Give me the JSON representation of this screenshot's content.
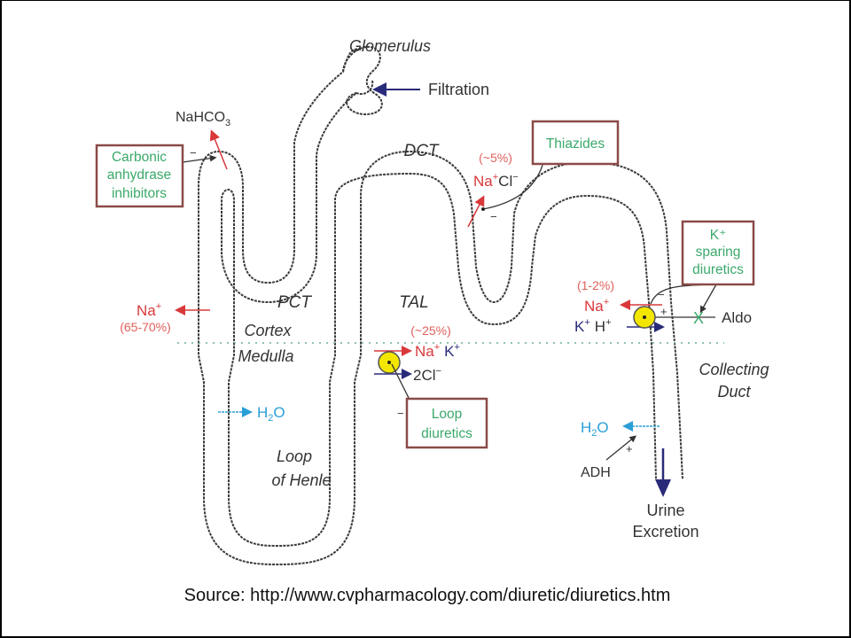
{
  "diagram": {
    "structures": {
      "glomerulus": "Glomerulus",
      "pct": "PCT",
      "dct": "DCT",
      "tal": "TAL",
      "loop_line1": "Loop",
      "loop_line2": "of Henle",
      "cortex": "Cortex",
      "medulla": "Medulla",
      "collecting_line1": "Collecting",
      "collecting_line2": "Duct"
    },
    "processes": {
      "filtration": "Filtration",
      "nahco3": "NaHCO",
      "nahco3_sub": "3",
      "pct_na": "Na",
      "pct_na_sup": "+",
      "pct_pct": "(65-70%)",
      "pct_h2o": "H",
      "pct_h2o_sub": "2",
      "pct_h2o_o": "O",
      "tal_pct": "(~25%)",
      "tal_na": "Na",
      "tal_na_sup": "+",
      "tal_k": "K",
      "tal_k_sup": "+",
      "tal_cl": "2Cl",
      "tal_cl_sup": "−",
      "dct_pct": "(~5%)",
      "dct_na": "Na",
      "dct_na_sup": "+",
      "dct_cl": "Cl",
      "dct_cl_sup": "−",
      "cd_pct": "(1-2%)",
      "cd_na": "Na",
      "cd_na_sup": "+",
      "cd_k": "K",
      "cd_k_sup": "+",
      "cd_h": "H",
      "cd_h_sup": "+",
      "aldo": "Aldo",
      "cd_h2o": "H",
      "cd_h2o_sub": "2",
      "cd_h2o_o": "O",
      "adh": "ADH",
      "urine_line1": "Urine",
      "urine_line2": "Excretion",
      "minus": "−",
      "plus": "+",
      "block_x": "X"
    },
    "drugs": {
      "carbonic": [
        "Carbonic",
        "anhydrase",
        "inhibitors"
      ],
      "thiazides": "Thiazides",
      "ksparing": [
        "K⁺",
        "sparing",
        "diuretics"
      ],
      "loop": [
        "Loop",
        "diuretics"
      ]
    },
    "colors": {
      "sodium": "#d9383a",
      "water": "#2a9fd6",
      "drug_text": "#3aa96a",
      "drug_box": "#8b4a48",
      "potassium": "#2a2a7a",
      "transporter": "#f3e600"
    }
  },
  "footer": {
    "source": "Source: http://www.cvpharmacology.com/diuretic/diuretics.htm"
  }
}
